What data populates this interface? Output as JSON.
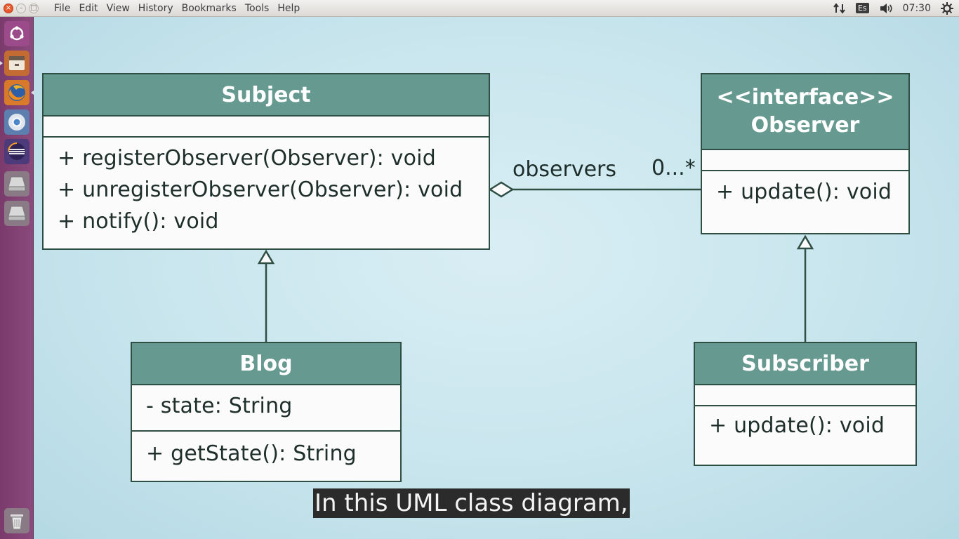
{
  "menubar": {
    "window_buttons": {
      "close": "×",
      "minimize": "–",
      "maximize": "□"
    },
    "menus": [
      "File",
      "Edit",
      "View",
      "History",
      "Bookmarks",
      "Tools",
      "Help"
    ],
    "indicators": {
      "network_icon": "network-transfer-icon",
      "keyboard": "Es",
      "sound_icon": "speaker-icon",
      "clock": "07:30",
      "settings_icon": "gear-icon"
    }
  },
  "launcher": {
    "apps": [
      "ubuntu-dash",
      "files",
      "firefox",
      "chromium",
      "eclipse",
      "drive",
      "drive",
      "trash"
    ]
  },
  "diagram": {
    "subject": {
      "name": "Subject",
      "operations": [
        "+ registerObserver(Observer): void",
        "+ unregisterObserver(Observer): void",
        "+ notify(): void"
      ]
    },
    "observer": {
      "stereotype": "<<interface>>",
      "name": "Observer",
      "operations": [
        "+ update(): void"
      ]
    },
    "blog": {
      "name": "Blog",
      "attributes": [
        "- state: String"
      ],
      "operations": [
        "+ getState(): String"
      ]
    },
    "subscriber": {
      "name": "Subscriber",
      "operations": [
        "+ update(): void"
      ]
    },
    "association": {
      "role": "observers",
      "multiplicity": "0...*"
    }
  },
  "subtitle": "In this UML class diagram,",
  "colors": {
    "header_fill": "#66998f",
    "border": "#2f4f45",
    "background": "#c8e5ed",
    "launcher": "#7a3b6c"
  }
}
